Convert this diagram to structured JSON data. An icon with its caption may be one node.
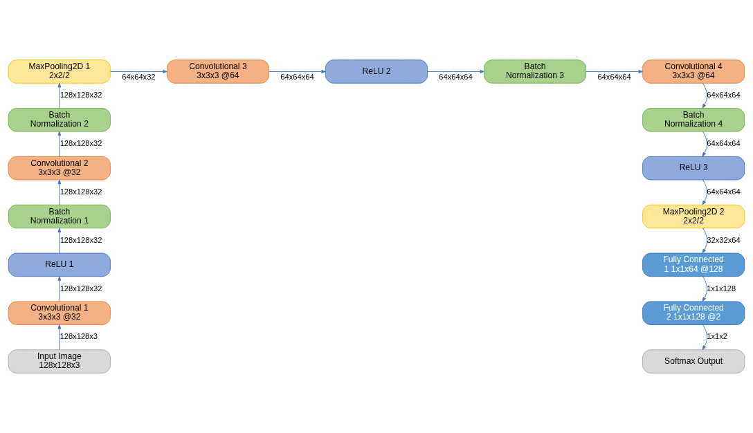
{
  "diagram": {
    "nodes": [
      {
        "text": [
          "Input Image 128x128x3"
        ]
      },
      {
        "text": [
          "Convolutional 1 3x3x3 @32"
        ]
      },
      {
        "text": [
          "ReLU 1"
        ]
      },
      {
        "text": [
          "Batch Normalization 1"
        ]
      },
      {
        "text": [
          "Convolutional 2 3x3x3 @32"
        ]
      },
      {
        "text": [
          "Batch Normalization 2"
        ]
      },
      {
        "text": [
          "MaxPooling2D 1 2x2/2"
        ]
      },
      {
        "text": [
          "Convolutional 3 3x3x3 @64"
        ]
      },
      {
        "text": [
          "ReLU 2"
        ]
      },
      {
        "text": [
          "Batch Normalization 3"
        ]
      },
      {
        "text": [
          "Convolutional 4 3x3x3 @64"
        ]
      },
      {
        "text": [
          "Batch Normalization 4"
        ]
      },
      {
        "text": [
          "ReLU 3"
        ]
      },
      {
        "text": [
          "MaxPooling2D 2 2x2/2"
        ]
      },
      {
        "text": [
          "Fully Connected 1 1x1x64 @128"
        ]
      },
      {
        "text": [
          "Fully Connected 2 1x1x128 @2"
        ]
      },
      {
        "text": [
          "Softmax Output"
        ]
      }
    ],
    "edges": [
      {
        "from": 0,
        "to": 1,
        "arrow": "to",
        "label": "128x128x3"
      },
      {
        "from": 1,
        "to": 2,
        "arrow": "to",
        "label": "128x128x32"
      },
      {
        "from": 2,
        "to": 3,
        "arrow": "to",
        "label": "128x128x32"
      },
      {
        "from": 3,
        "to": 4,
        "arrow": "to",
        "label": "128x128x32"
      },
      {
        "from": 4,
        "to": 5,
        "arrow": "to",
        "label": "128x128x32"
      },
      {
        "from": 5,
        "to": 6,
        "arrow": "to",
        "label": "128x128x32"
      },
      {
        "from": 6,
        "to": 7,
        "arrow": "to",
        "label": "64x64x32"
      },
      {
        "from": 7,
        "to": 8,
        "arrow": "to",
        "label": "64x64x64"
      },
      {
        "from": 8,
        "to": 9,
        "arrow": "to",
        "label": "64x64x64"
      },
      {
        "from": 9,
        "to": 10,
        "arrow": "to",
        "label": "64x64x64"
      },
      {
        "from": 10,
        "to": 11,
        "arrow": "to",
        "label": "64x64x64"
      },
      {
        "from": 11,
        "to": 12,
        "arrow": "to",
        "label": "64x64x64"
      },
      {
        "from": 12,
        "to": 13,
        "arrow": "to",
        "label": "64x64x64"
      },
      {
        "from": 13,
        "to": 14,
        "arrow": "to",
        "label": "32x32x64"
      },
      {
        "from": 14,
        "to": 15,
        "arrow": "to",
        "label": "1x1x128"
      },
      {
        "from": 15,
        "to": 16,
        "arrow": "to",
        "label": "1x1x2"
      }
    ]
  }
}
